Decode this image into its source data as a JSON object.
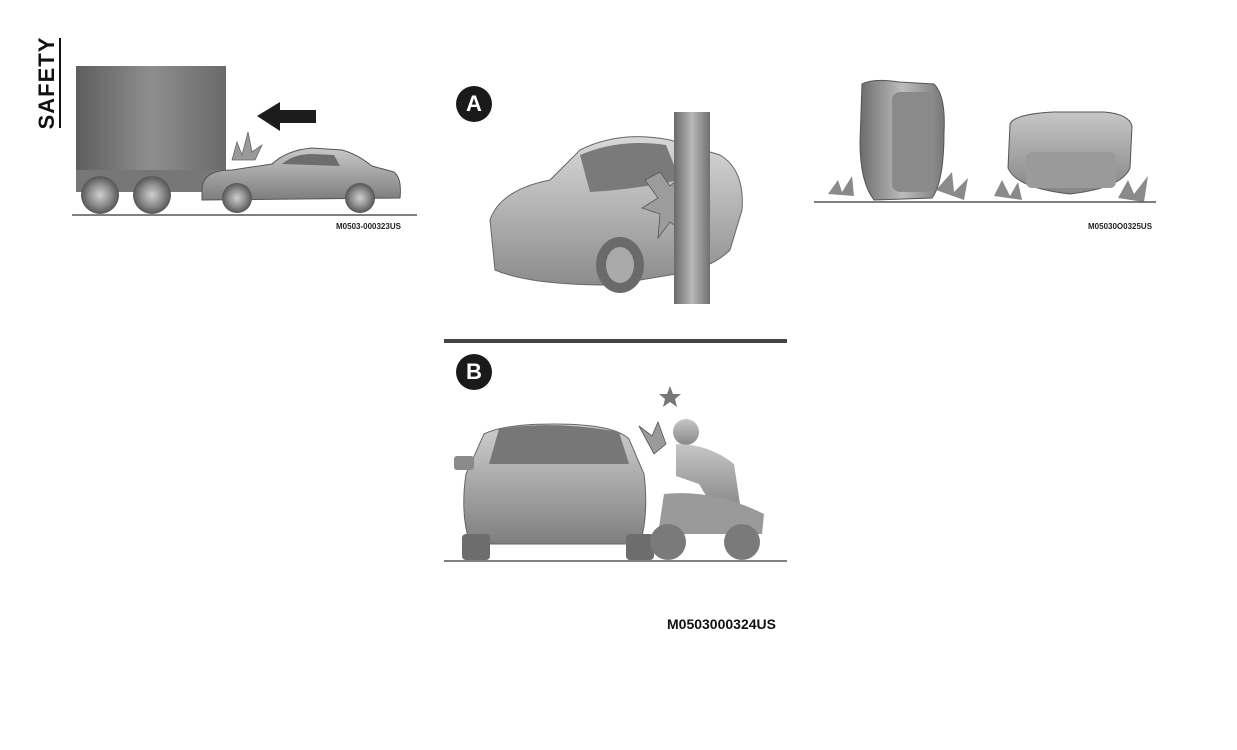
{
  "section": {
    "title": "SAFETY"
  },
  "figures": {
    "truck_collision": {
      "code": "M0503-000323US"
    },
    "pole_and_motorcycle": {
      "panel_a_label": "A",
      "panel_b_label": "B",
      "code": "M0503000324US"
    },
    "rollover": {
      "code": "M05030O0325US"
    }
  },
  "colors": {
    "ink": "#111111",
    "vehicle_gray": "#8a8a8a",
    "ground": "#555555"
  }
}
